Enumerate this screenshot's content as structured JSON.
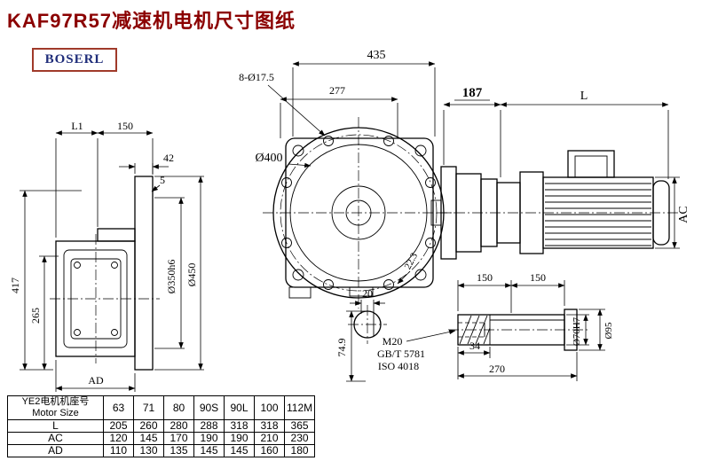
{
  "page": {
    "title": "KAF97R57减速机电机尺寸图纸",
    "brand": "BOSERL"
  },
  "colors": {
    "title": "#8B0000",
    "brand_border": "#a03a2a",
    "brand_text": "#1f2d7a",
    "line": "#000000"
  },
  "dims": {
    "d435": "435",
    "bolt_callout": "8-Ø17.5",
    "d277": "277",
    "d187": "187",
    "dL": "L",
    "dL1": "L1",
    "d150_top": "150",
    "d42": "42",
    "d5": "5",
    "dia400": "Ø400",
    "dia350": "Ø350h6",
    "dia450": "Ø450",
    "d417": "417",
    "d265": "265",
    "dAD": "AD",
    "dAC": "AC",
    "d20": "20",
    "d22_3": "22.3",
    "d74_9": "74.9",
    "d150_a": "150",
    "d150_b": "150",
    "m20": "M20",
    "gbt": "GB/T 5781",
    "iso": "ISO 4018",
    "d34": "34",
    "d270": "270",
    "dia70": "Ø70H7",
    "dia95": "Ø95"
  },
  "table": {
    "header_cn": "YE2电机机座号",
    "header_en": "Motor Size",
    "columns": [
      "63",
      "71",
      "80",
      "90S",
      "90L",
      "100",
      "112M"
    ],
    "rows": [
      {
        "label": "L",
        "values": [
          "205",
          "260",
          "280",
          "288",
          "318",
          "318",
          "365"
        ]
      },
      {
        "label": "AC",
        "values": [
          "120",
          "145",
          "170",
          "190",
          "190",
          "210",
          "230"
        ]
      },
      {
        "label": "AD",
        "values": [
          "110",
          "130",
          "135",
          "145",
          "145",
          "160",
          "180"
        ]
      }
    ]
  }
}
